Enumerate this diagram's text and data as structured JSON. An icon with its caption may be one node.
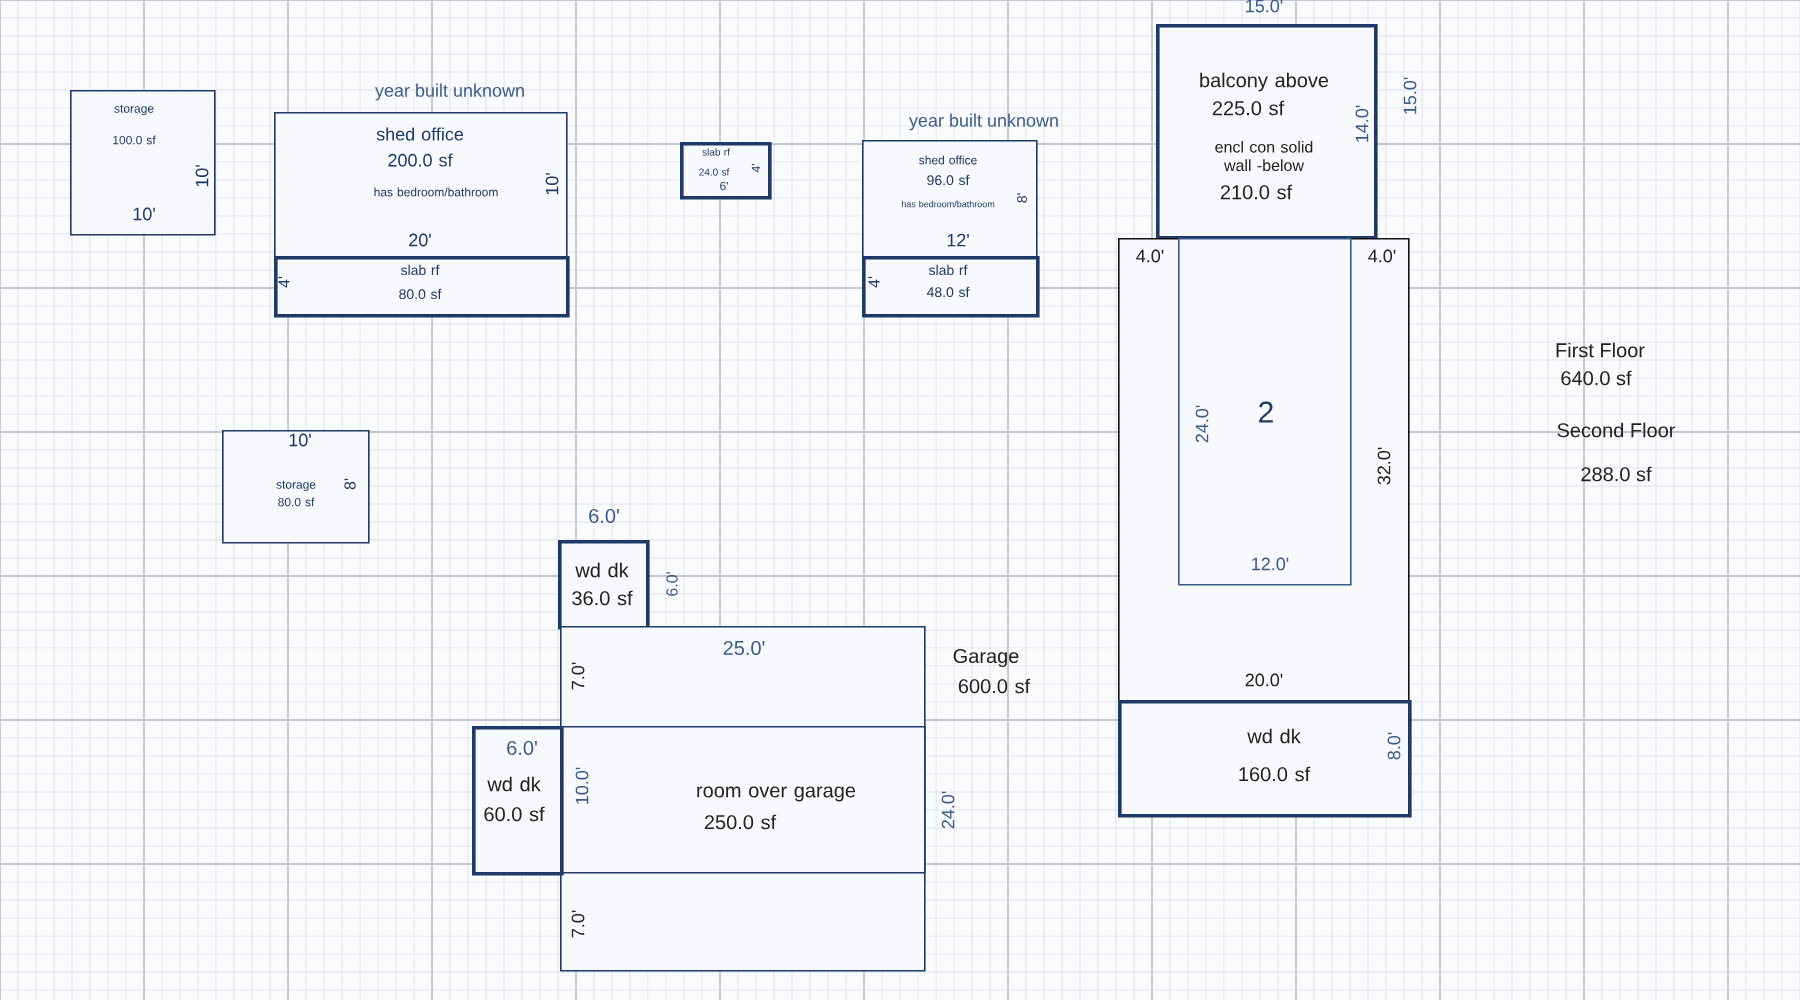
{
  "diagram": {
    "nodes": [
      {
        "text": [
          "storage",
          "100.0 sf"
        ]
      },
      {
        "text": [
          "shed office",
          "200.0 sf",
          "has bedroom/bathroom"
        ],
        "beside": [
          "year built unknown"
        ]
      },
      {
        "text": [
          "slab rf",
          "80.0 sf"
        ]
      },
      {
        "text": [
          "slab rf",
          "24.0 sf"
        ]
      },
      {
        "text": [
          "shed office",
          "96.0 sf",
          "has bedroom/bathroom"
        ],
        "beside": [
          "year built unknown"
        ]
      },
      {
        "text": [
          "slab rf",
          "48.0 sf"
        ]
      },
      {
        "text": [
          "balcony above",
          "225.0 sf",
          "encl con solid wall -below",
          "210.0 sf"
        ]
      },
      {
        "text": [],
        "shape": "box"
      },
      {
        "text": [
          "2"
        ],
        "in": 7
      },
      {
        "text": [
          "wd dk",
          "160.0 sf"
        ]
      },
      {
        "text": [
          "storage",
          "80.0 sf"
        ]
      },
      {
        "text": [
          "wd dk",
          "36.0 sf"
        ]
      },
      {
        "text": [
          "Garage",
          "600.0 sf"
        ]
      },
      {
        "text": [
          "room over garage",
          "250.0 sf"
        ],
        "in": 12
      },
      {
        "text": [
          "wd dk",
          "60.0 sf"
        ]
      }
    ],
    "labels": [
      "10'",
      "10'",
      "10'",
      "20'",
      "4'",
      "6'",
      "4'",
      "8'",
      "12'",
      "4'",
      "15.0'",
      "15.0'",
      "14.0'",
      "4.0'",
      "4.0'",
      "24.0'",
      "32.0'",
      "12.0'",
      "20.0'",
      "8.0'",
      "10'",
      "8'",
      "6.0'",
      "6.0'",
      "25.0'",
      "7.0'",
      "10.0'",
      "24.0'",
      "7.0'",
      "6.0'",
      "First Floor",
      "640.0 sf",
      "Second Floor",
      "288.0 sf"
    ]
  }
}
